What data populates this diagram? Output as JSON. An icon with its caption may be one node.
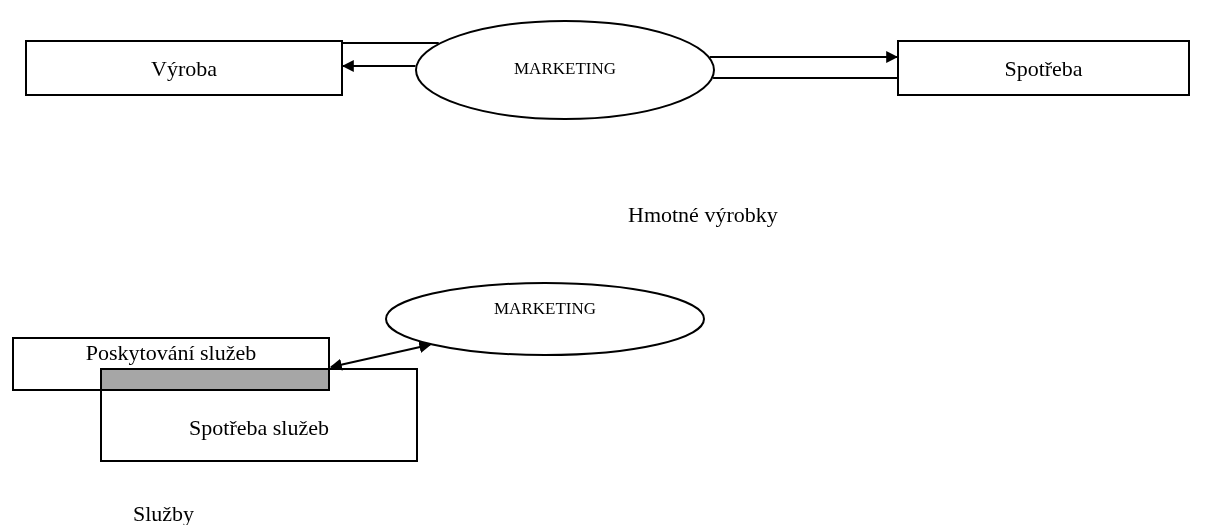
{
  "diagram": {
    "nodes": [
      {
        "text": [
          "Výroba"
        ]
      },
      {
        "text": [
          "MARKETING"
        ]
      },
      {
        "text": [
          "Spotřeba"
        ]
      },
      {
        "text": [
          "MARKETING"
        ]
      },
      {
        "text": [
          "Poskytování služeb"
        ]
      },
      {
        "text": [
          "Spotřeba služeb"
        ]
      },
      {
        "text": [],
        "shape": "box"
      }
    ],
    "edges": [
      {
        "from": 0,
        "to": 1,
        "arrow": "none"
      },
      {
        "from": 1,
        "to": 0,
        "arrow": "to"
      },
      {
        "from": 1,
        "to": 2,
        "arrow": "to"
      },
      {
        "from": 1,
        "to": 2,
        "arrow": "none"
      },
      {
        "from": 6,
        "to": 3,
        "arrow": "both"
      }
    ],
    "labels": [
      "Hmotné výrobky",
      "Služby"
    ]
  }
}
